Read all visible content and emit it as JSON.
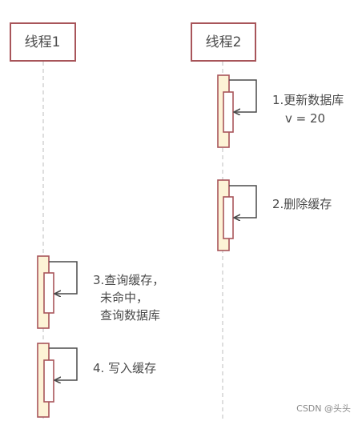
{
  "colors": {
    "participant_border": "#a8555a",
    "lifeline": "#c8c8c8",
    "activation_fill": "#fdf3d6",
    "activation_border": "#a8555a",
    "arrow": "#4a4a4a",
    "text": "#4a4a4a"
  },
  "participants": [
    {
      "label": "线程1"
    },
    {
      "label": "线程2"
    }
  ],
  "messages": [
    {
      "participant": "线程2",
      "lines": [
        "1.更新数据库",
        "v = 20"
      ]
    },
    {
      "participant": "线程2",
      "lines": [
        "2.删除缓存"
      ]
    },
    {
      "participant": "线程1",
      "lines": [
        "3.查询缓存，",
        "未命中，",
        "查询数据库"
      ]
    },
    {
      "participant": "线程1",
      "lines": [
        "4. 写入缓存"
      ]
    }
  ],
  "watermark": "CSDN @头头"
}
